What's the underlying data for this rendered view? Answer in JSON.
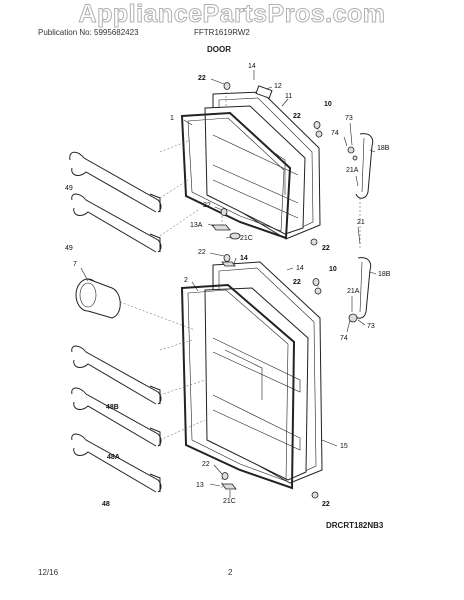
{
  "watermark": "AppliancePartsPros.com",
  "header": {
    "publication": "Publication No: 5995682423",
    "model": "FFTR1619RW2"
  },
  "section_title": "DOOR",
  "diagram_code": "DRCRT182NB3",
  "footer": {
    "date": "12/16",
    "page": "2"
  },
  "callouts": {
    "c14a": "14",
    "c12": "12",
    "c22a": "22",
    "c11": "11",
    "c10a": "10",
    "c22b": "22",
    "c73a": "73",
    "c74a": "74",
    "c18a": "18B",
    "c21aa": "21A",
    "c1": "1",
    "c49a": "49",
    "c49b": "49",
    "c22c": "22",
    "c13a": "13A",
    "c21ca": "21C",
    "c21": "21",
    "c22d": "22",
    "c22e": "22",
    "c14b": "14",
    "c14c": "14",
    "c7": "7",
    "c10b": "10",
    "c22f": "22",
    "c18b": "18B",
    "c2": "2",
    "c21ab": "21A",
    "c73b": "73",
    "c74b": "74",
    "c48b": "48B",
    "c15": "15",
    "c48a": "48A",
    "c22g": "22",
    "c13": "13",
    "c21cb": "21C",
    "c48": "48",
    "c22h": "22"
  }
}
